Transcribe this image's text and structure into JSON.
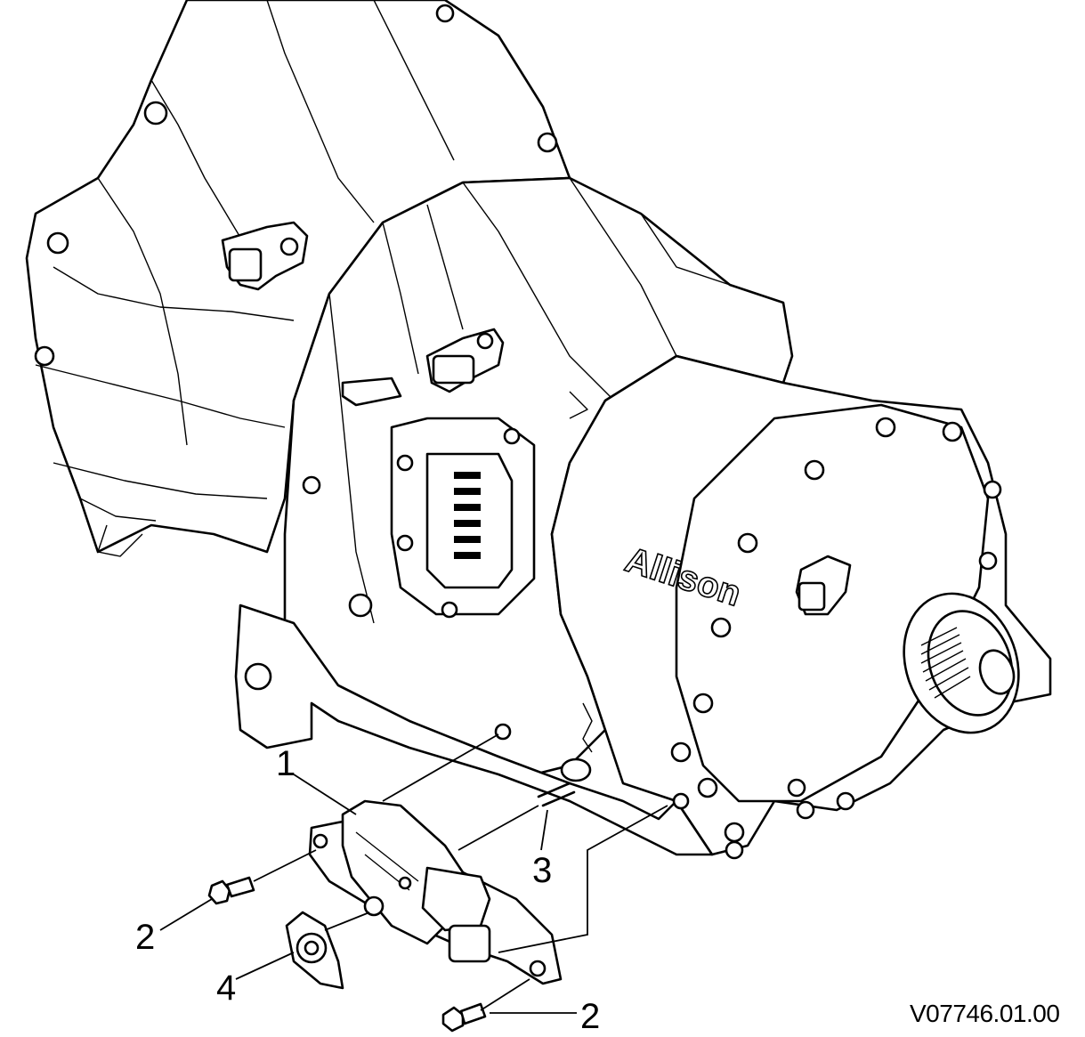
{
  "callouts": {
    "c1": "1",
    "c2a": "2",
    "c2b": "2",
    "c3": "3",
    "c4": "4"
  },
  "brand_text": "Allison",
  "figure_id": "V07746.01.00",
  "colors": {
    "line": "#000000",
    "background": "#ffffff"
  }
}
